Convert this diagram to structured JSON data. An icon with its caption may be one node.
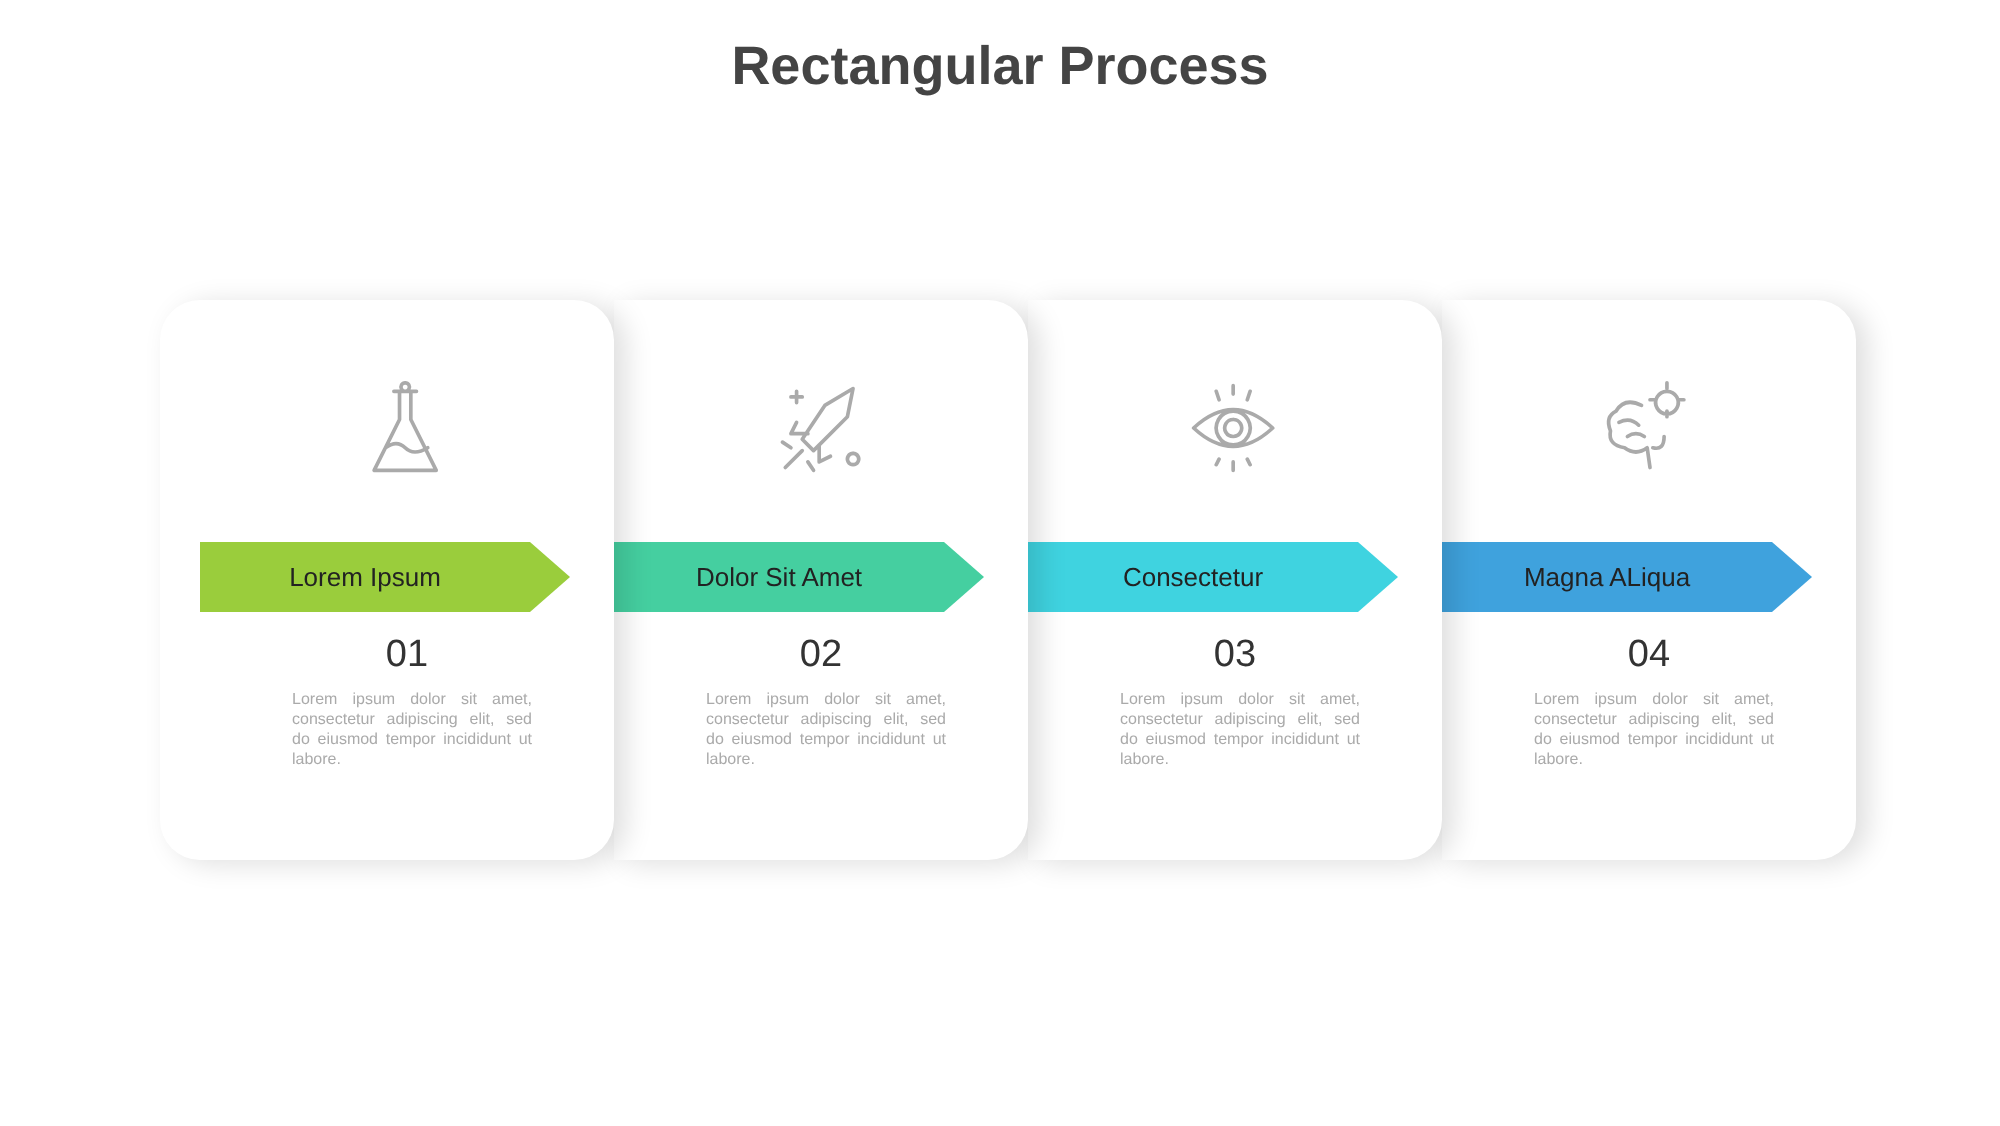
{
  "diagram": {
    "title": "Rectangular Process",
    "nodes": [
      {
        "text": [
          "01",
          "Lorem ipsum dolor sit amet, consectetur adipiscing elit, sed do eiusmod tempor incididunt ut labore."
        ]
      },
      {
        "text": [
          "Lorem Ipsum"
        ],
        "in": 0
      },
      {
        "text": [
          "02",
          "Lorem ipsum dolor sit amet, consectetur adipiscing elit, sed do eiusmod tempor incididunt ut labore."
        ]
      },
      {
        "text": [
          "Dolor Sit Amet"
        ],
        "in": 2
      },
      {
        "text": [
          "03",
          "Lorem ipsum dolor sit amet, consectetur adipiscing elit, sed do eiusmod tempor incididunt ut labore."
        ]
      },
      {
        "text": [
          "Consectetur"
        ],
        "in": 4
      },
      {
        "text": [
          "04",
          "Lorem ipsum dolor sit amet, consectetur adipiscing elit, sed do eiusmod tempor incididunt ut labore."
        ]
      },
      {
        "text": [
          "Magna ALiqua"
        ],
        "in": 6
      }
    ],
    "edges": []
  }
}
